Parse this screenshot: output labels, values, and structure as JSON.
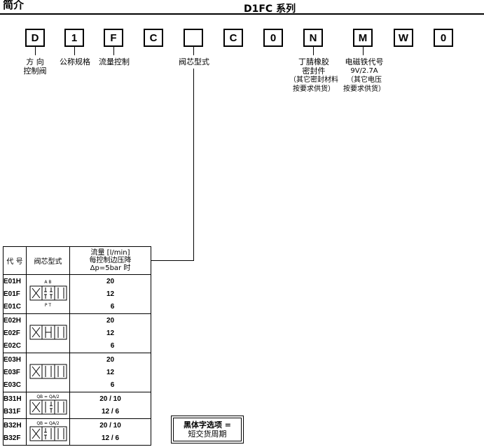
{
  "header": {
    "left_title": "简介",
    "series": "D1FC 系列"
  },
  "code_boxes": [
    {
      "id": "d",
      "text": "D"
    },
    {
      "id": "size",
      "text": "1"
    },
    {
      "id": "flow",
      "text": "F"
    },
    {
      "id": "c1",
      "text": "C"
    },
    {
      "id": "spool",
      "text": ""
    },
    {
      "id": "c2",
      "text": "C"
    },
    {
      "id": "zero1",
      "text": "0"
    },
    {
      "id": "seal",
      "text": "N"
    },
    {
      "id": "solenoid",
      "text": "M"
    },
    {
      "id": "w",
      "text": "W"
    },
    {
      "id": "zero2",
      "text": "0"
    }
  ],
  "labels": {
    "direction": [
      "方 向",
      "控制阀"
    ],
    "nominal_size": "公称规格",
    "flow_control": "流量控制",
    "spool_type": "阀芯型式",
    "seal": [
      "丁腈橡胶",
      "密封件",
      "（其它密封材料",
      "按要求供货）"
    ],
    "solenoid": [
      "电磁铁代号",
      "9V/2.7A",
      "（其它电压",
      "按要求供货）"
    ]
  },
  "table": {
    "headers": {
      "code": "代 号",
      "spool_type": "阀芯型式",
      "flow": [
        "流量 [l/min]",
        "每控制边压降",
        "Δp=5bar 时"
      ]
    },
    "groups": [
      {
        "codes": [
          "E01H",
          "E01F",
          "E01C"
        ],
        "flows": [
          "20",
          "12",
          "6"
        ],
        "symbol": "E01",
        "ports_top": "A  B",
        "ports_bottom": "P  T",
        "note": ""
      },
      {
        "codes": [
          "E02H",
          "E02F",
          "E02C"
        ],
        "flows": [
          "20",
          "12",
          "6"
        ],
        "symbol": "E02",
        "ports_top": "",
        "ports_bottom": "",
        "note": ""
      },
      {
        "codes": [
          "E03H",
          "E03F",
          "E03C"
        ],
        "flows": [
          "20",
          "12",
          "6"
        ],
        "symbol": "E03",
        "ports_top": "",
        "ports_bottom": "",
        "note": ""
      },
      {
        "codes": [
          "B31H",
          "B31F"
        ],
        "flows": [
          "20 / 10",
          "12 / 6"
        ],
        "symbol": "B31",
        "ports_top": "",
        "ports_bottom": "",
        "note": "QB = QA/2"
      },
      {
        "codes": [
          "B32H",
          "B32F"
        ],
        "flows": [
          "20 / 10",
          "12 / 6"
        ],
        "symbol": "B32",
        "ports_top": "",
        "ports_bottom": "",
        "note": "QB = QA/2"
      }
    ]
  },
  "note": {
    "line1": "黑体字选项 =",
    "line2": "短交货周期"
  }
}
